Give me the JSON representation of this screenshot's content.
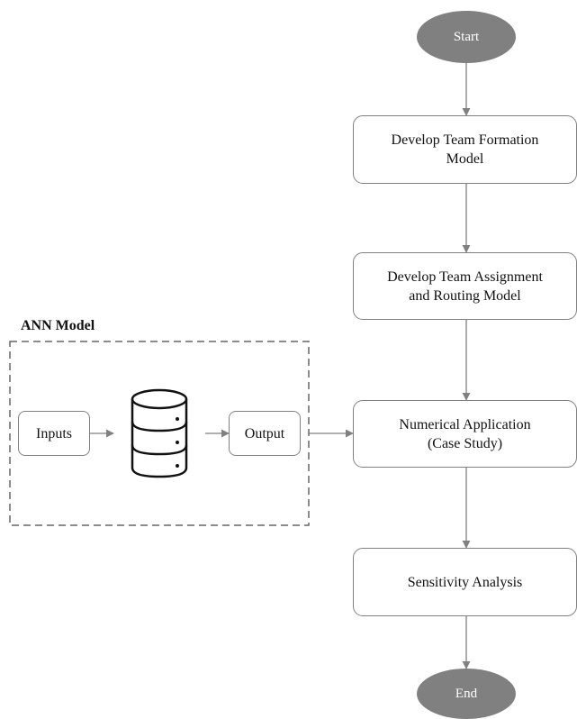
{
  "flow": {
    "start": "Start",
    "step1": "Develop Team Formation\nModel",
    "step2": "Develop Team Assignment\nand Routing Model",
    "step3": "Numerical Application\n(Case Study)",
    "step4": "Sensitivity Analysis",
    "end": "End"
  },
  "ann": {
    "title": "ANN Model",
    "inputs": "Inputs",
    "output": "Output",
    "database_icon": "database-icon"
  },
  "colors": {
    "node_border": "#808080",
    "terminal_fill": "#808080",
    "arrow": "#808080",
    "dashed_border": "#666666"
  }
}
